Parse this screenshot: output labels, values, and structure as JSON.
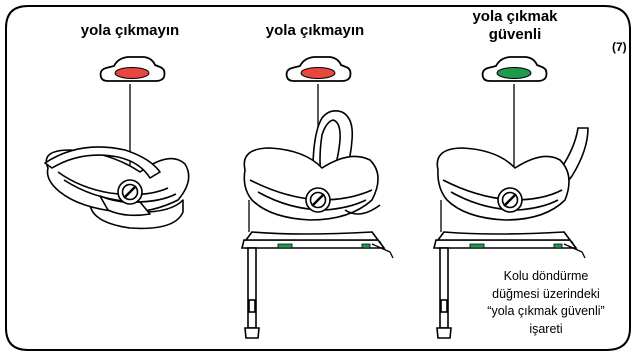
{
  "figure_number": "(7)",
  "panels": [
    {
      "title_lines": [
        "yola çıkmayın"
      ],
      "indicator": "red"
    },
    {
      "title_lines": [
        "yola çıkmayın"
      ],
      "indicator": "red"
    },
    {
      "title_lines": [
        "yola çıkmak",
        "güvenli"
      ],
      "indicator": "green"
    }
  ],
  "caption_lines": [
    "Kolu döndürme",
    "düğmesi üzerindeki",
    "“yola çıkmak güvenli”",
    "işareti"
  ],
  "colors": {
    "red": "#e8463f",
    "green": "#1f9a4c",
    "line": "#000000",
    "background": "#ffffff"
  }
}
